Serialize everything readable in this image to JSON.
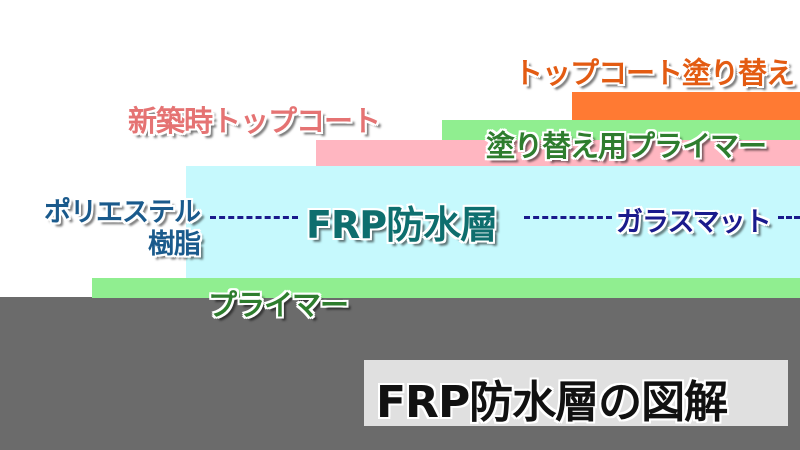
{
  "diagram": {
    "labels": {
      "topcoat_recoat": "トップコート塗り替え",
      "topcoat_new": "新築時トップコート",
      "recoat_primer": "塗り替え用プライマー",
      "polyester_line1": "ポリエステル",
      "polyester_line2": "樹脂",
      "frp_layer": "FRP防水層",
      "glass_mat": "ガラスマット",
      "primer": "プライマー"
    },
    "caption": "FRP防水層の図解",
    "colors": {
      "ground": "#6b6b6b",
      "primer": "#90ee90",
      "frp": "#c6f9fd",
      "topcoat_new": "#ffb6c1",
      "recoat_primer": "#90ee90",
      "topcoat_recoat": "#ff7a33",
      "frp_text": "#0e6e6e",
      "polyester_text": "#1a5a8c",
      "glass_text": "#1a1a8c",
      "primer_text": "#2e7d2e",
      "topcoat_new_text": "#e57373",
      "topcoat_recoat_text": "#e35b12"
    }
  }
}
